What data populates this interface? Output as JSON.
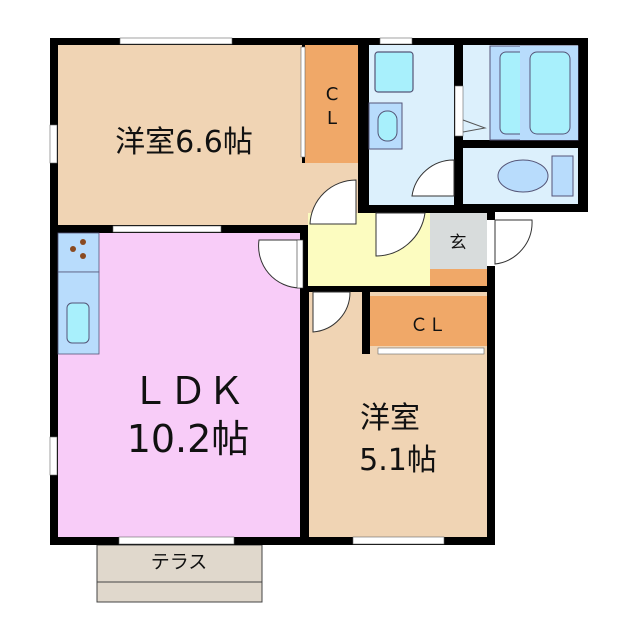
{
  "rooms": {
    "western_room_1": {
      "name": "洋室6.6帖"
    },
    "closet_1": {
      "line1": "C",
      "line2": "L"
    },
    "ldk": {
      "line1": "ＬＤＫ",
      "line2": "10.2帖"
    },
    "western_room_2": {
      "line1": "洋室",
      "line2": "5.1帖"
    },
    "closet_2": {
      "name": "ＣＬ"
    },
    "entrance": {
      "name": "玄"
    },
    "terrace": {
      "name": "テラス"
    }
  },
  "colors": {
    "wall": "#000000",
    "western_room": "#f0d4b4",
    "closet": "#f0a868",
    "ldk": "#f8ccf8",
    "wet_area": "#dcf0fc",
    "fixture": "#a8f0fc",
    "hall": "#fcfcc0",
    "entrance": "#d8dcdc",
    "terrace": "#e0d8cc"
  }
}
